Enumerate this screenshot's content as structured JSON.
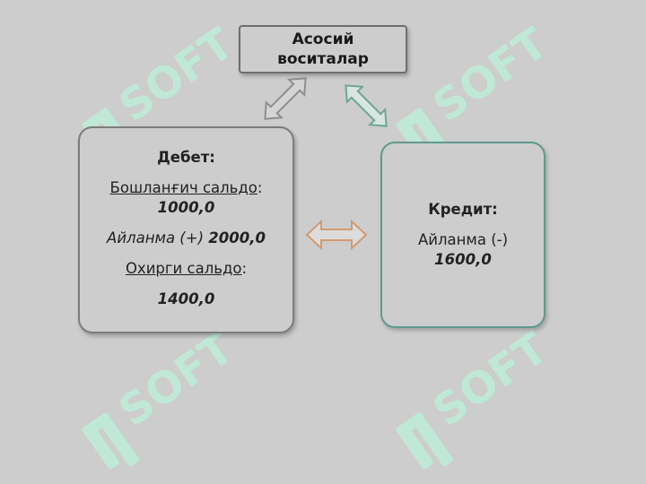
{
  "diagram": {
    "top_box": {
      "line1": "Асосий",
      "line2": "воситалар"
    },
    "debit_box": {
      "title": "Дебет:",
      "opening_label": "Бошланғич сальдо",
      "opening_colon": ":",
      "opening_value": "1000,0",
      "turnover_label": "Айланма (+)",
      "turnover_value": "2000,0",
      "closing_label": "Охирги сальдо",
      "closing_colon": ":",
      "closing_value": "1400,0"
    },
    "credit_box": {
      "title": "Кредит:",
      "turnover_label": "Айланма (-)",
      "turnover_value": "1600,0"
    }
  },
  "colors": {
    "background": "#cdcdcd",
    "watermark": "#bfe9d6",
    "arrow_left_top": "#9a9a9a",
    "arrow_right_top": "#7aaa9e",
    "arrow_middle": "#d9a57a"
  },
  "watermark": {
    "text": "SOFT",
    "icon": "soft-logo-icon"
  }
}
